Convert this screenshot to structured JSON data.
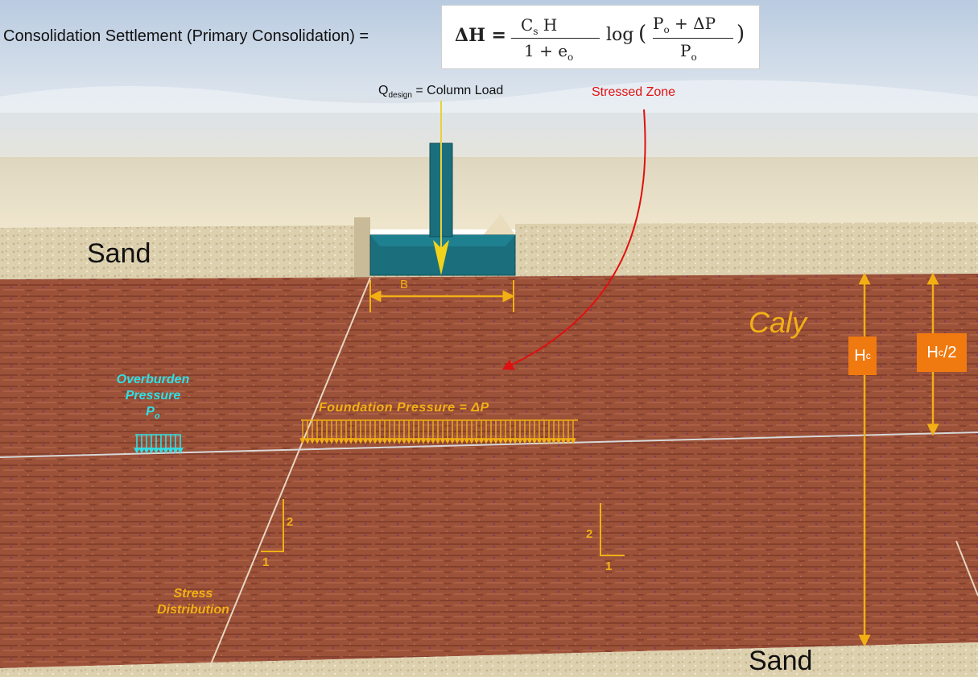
{
  "title": "Consolidation Settlement (Primary Consolidation) =",
  "formula": {
    "lhs": "ΔH =",
    "numerator": "C",
    "numerator_sub": "s",
    "numerator_rest": " H",
    "denominator": "1 + e",
    "denominator_sub": "o",
    "log_word": "log",
    "log_open": "(",
    "log_close": ")",
    "log_numerator_a": "P",
    "log_numerator_a_sub": "o",
    "log_numerator_rest": " + ΔP",
    "log_denominator": "P",
    "log_denominator_sub": "o"
  },
  "load_label": {
    "symbol": "Q",
    "subscript": "design",
    "text": " = Column Load"
  },
  "stressed_zone": "Stressed Zone",
  "layers": {
    "sand_top": "Sand",
    "clay": "Caly",
    "sand_bottom": "Sand"
  },
  "width_label": "B",
  "overburden": {
    "line1": "Overburden",
    "line2": "Pressure",
    "symbol": "P",
    "subscript": "o"
  },
  "foundation_pressure": "Foundation Pressure  = ΔP",
  "stress_distribution": {
    "line1": "Stress",
    "line2": "Distribution"
  },
  "slope_left": {
    "rise": "2",
    "run": "1"
  },
  "slope_right": {
    "rise": "2",
    "run": "1"
  },
  "hc": {
    "symbol": "H",
    "subscript": "c"
  },
  "hc_half": {
    "symbol": "H",
    "subscript": "c",
    "suffix": "/2"
  },
  "colors": {
    "sky": "#c6d4e4",
    "sand": "#e2d5b6",
    "clay": "#9a4f36",
    "footing": "#1b6f7c",
    "annotation": "#f2b015",
    "stressed": "#e01010",
    "overburden": "#2fe0e6",
    "label_box": "#f07a10"
  }
}
